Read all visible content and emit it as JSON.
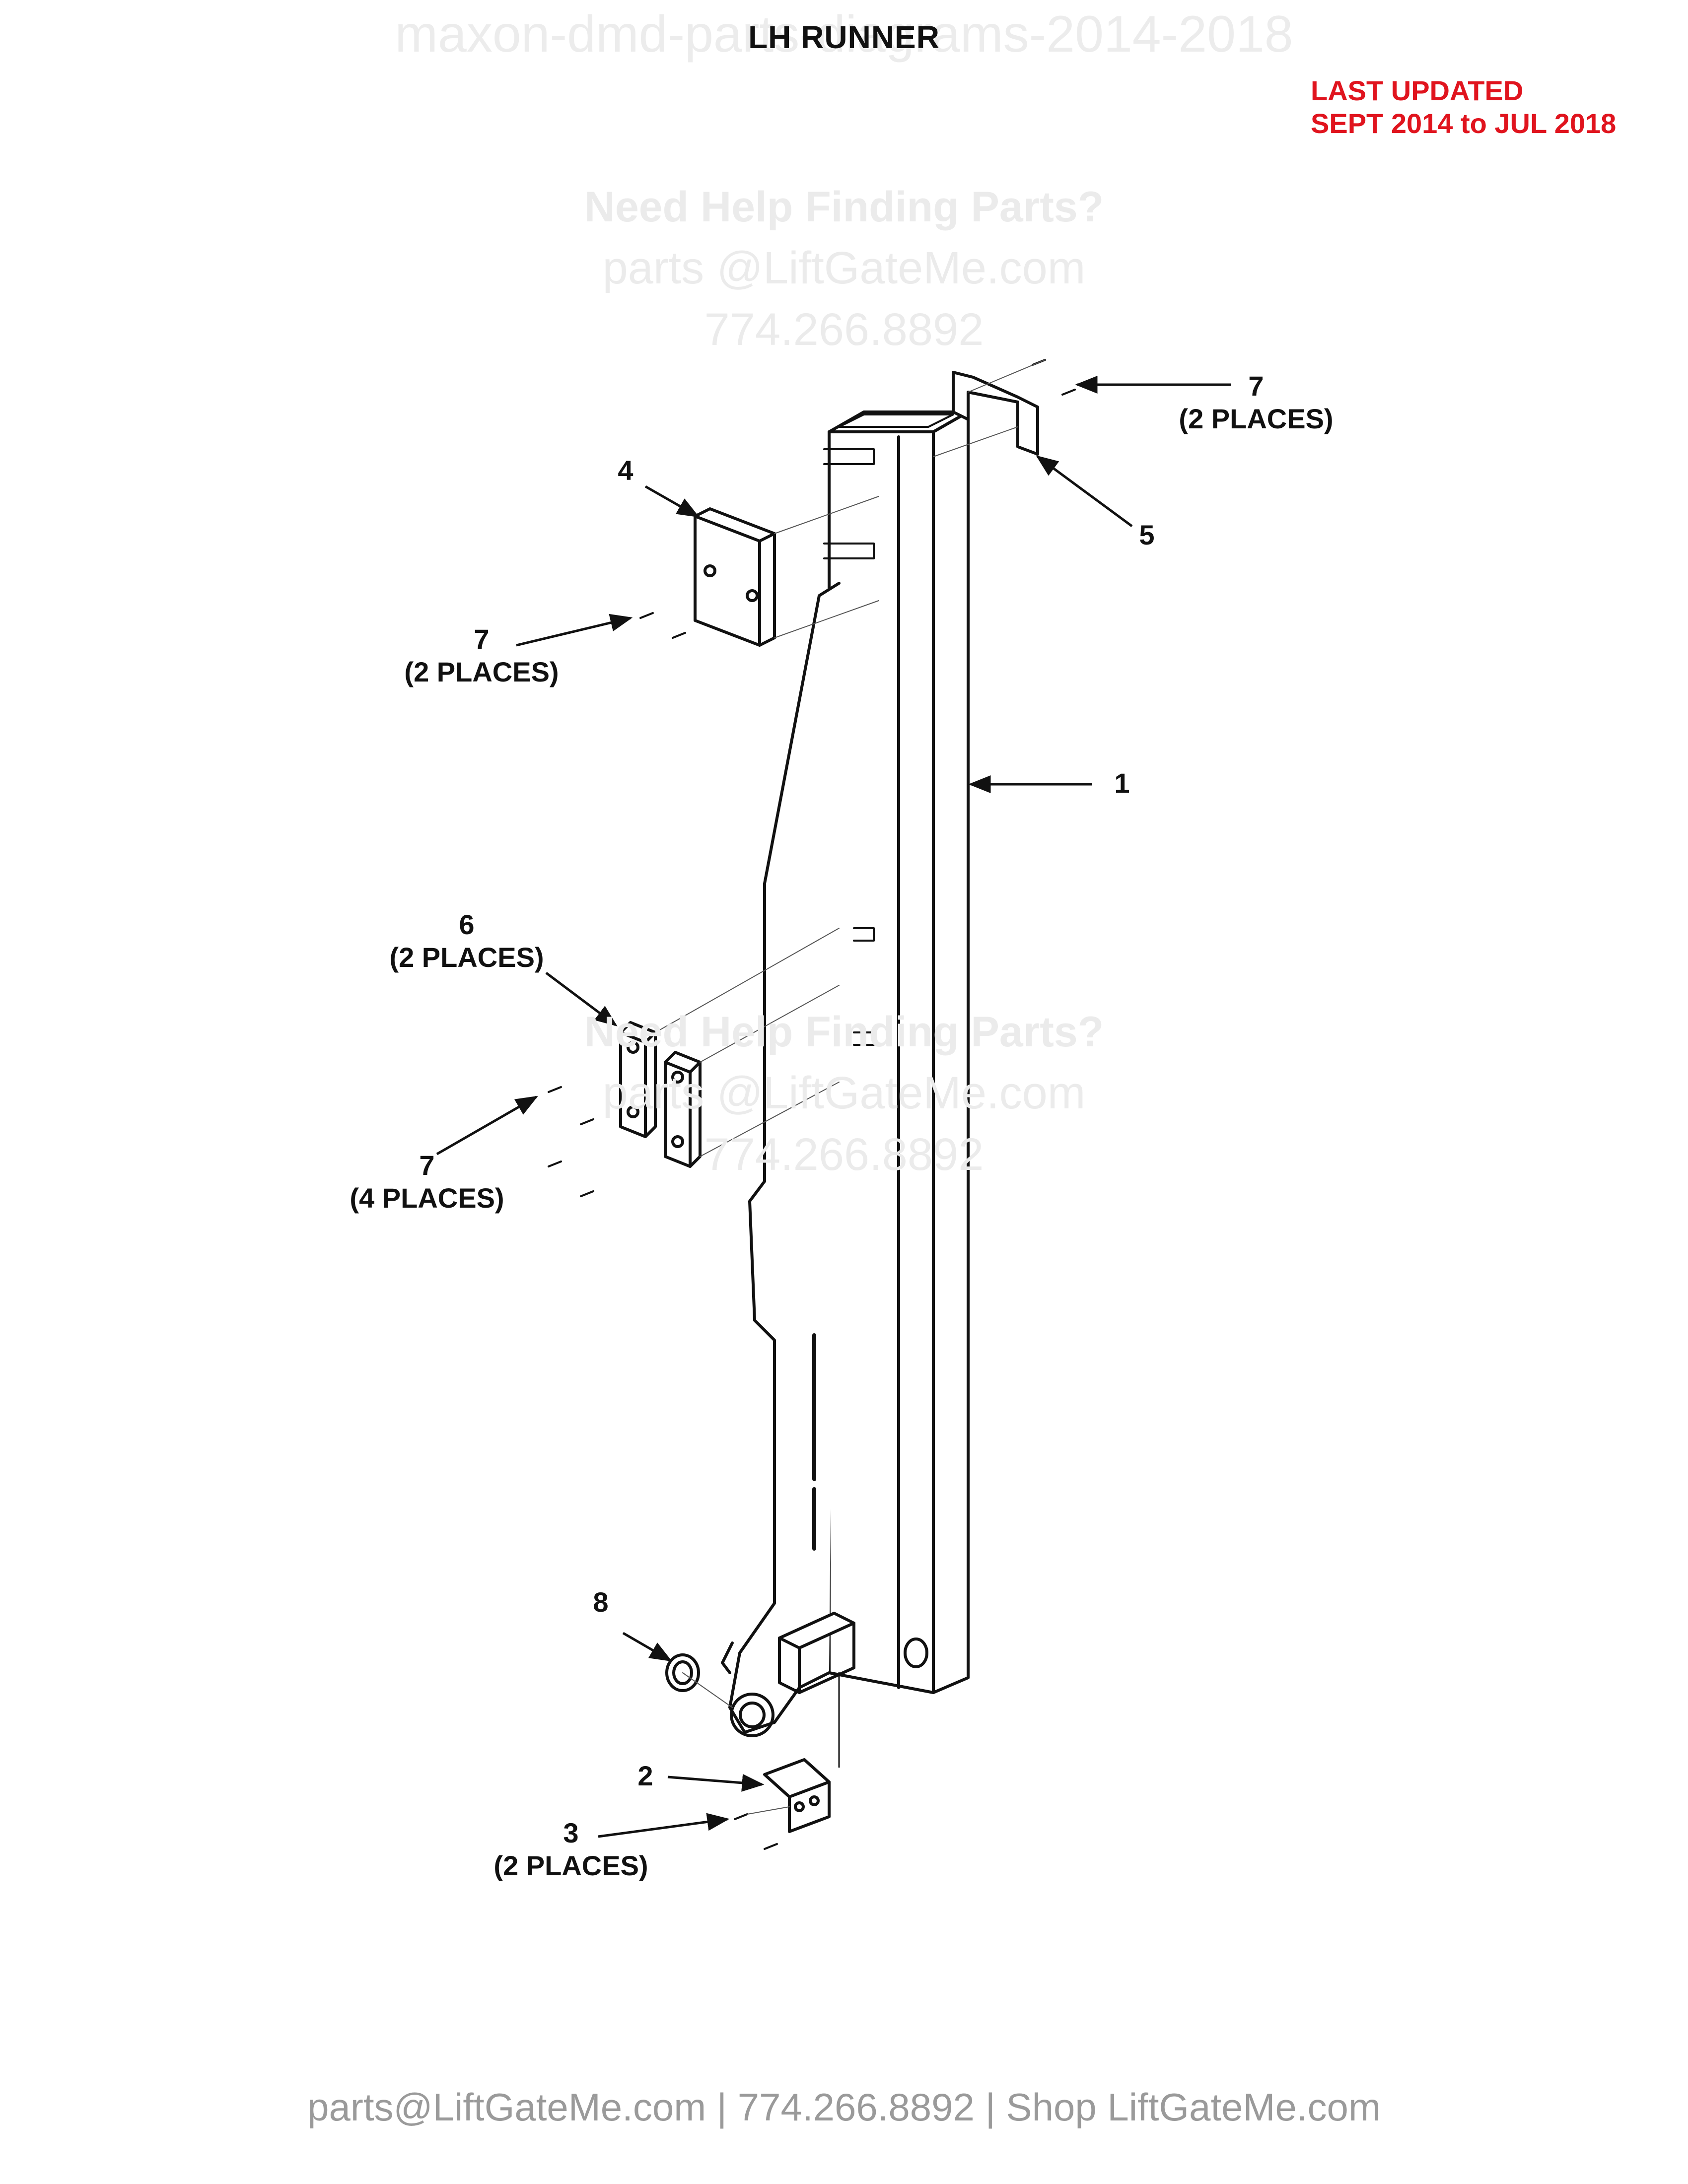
{
  "watermark_top": "maxon-dmd-parts-diagrams-2014-2018",
  "title": "LH RUNNER",
  "last_updated": {
    "line1": "LAST UPDATED",
    "line2": "SEPT 2014 to JUL 2018"
  },
  "help_watermark": {
    "heading": "Need Help Finding Parts?",
    "email": "parts @LiftGateMe.com",
    "phone": "774.266.8892"
  },
  "callouts": [
    {
      "id": "c7-top",
      "num": "7",
      "qty": "(2 PLACES)"
    },
    {
      "id": "c5",
      "num": "5",
      "qty": ""
    },
    {
      "id": "c4",
      "num": "4",
      "qty": ""
    },
    {
      "id": "c7-left",
      "num": "7",
      "qty": "(2 PLACES)"
    },
    {
      "id": "c1",
      "num": "1",
      "qty": ""
    },
    {
      "id": "c6",
      "num": "6",
      "qty": "(2 PLACES)"
    },
    {
      "id": "c7-lower",
      "num": "7",
      "qty": "(4 PLACES)"
    },
    {
      "id": "c8",
      "num": "8",
      "qty": ""
    },
    {
      "id": "c2",
      "num": "2",
      "qty": ""
    },
    {
      "id": "c3",
      "num": "3",
      "qty": "(2 PLACES)"
    }
  ],
  "footer": "parts@LiftGateMe.com | 774.266.8892 | Shop LiftGateMe.com",
  "colors": {
    "line": "#111111",
    "accent": "#e0141e",
    "watermark": "#ebebeb",
    "footer": "#9a9a9a"
  }
}
